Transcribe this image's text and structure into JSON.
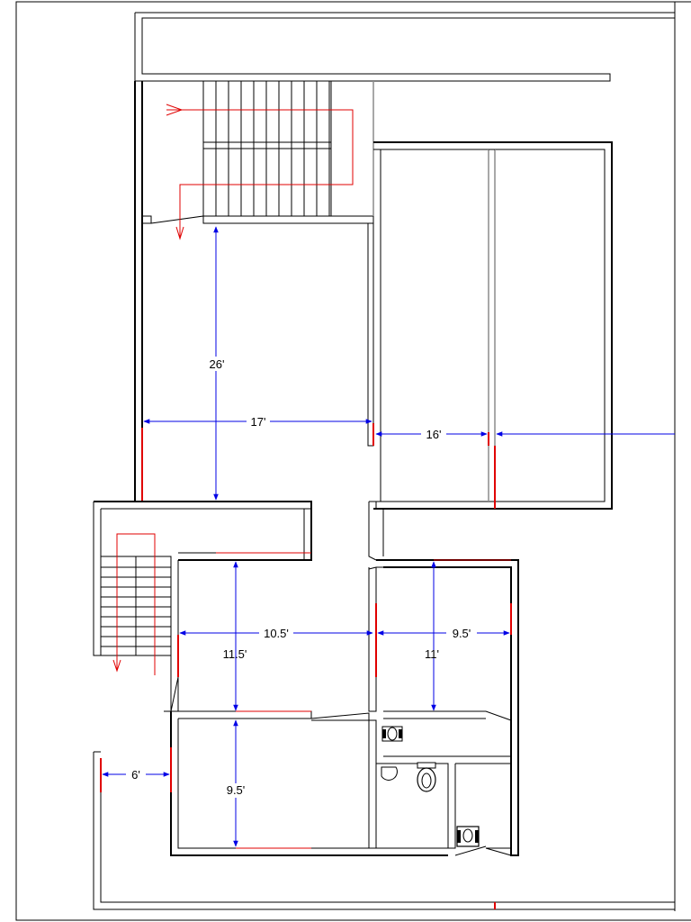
{
  "dimensions": {
    "hall_depth": "26'",
    "hall_width": "17'",
    "shop_width": "16'",
    "room_a_width": "10.5'",
    "room_a_depth": "11.5'",
    "room_b_width": "9.5'",
    "room_b_depth": "11'",
    "room_c_depth": "9.5'",
    "passage_width": "6'"
  },
  "colors": {
    "wall": "#000000",
    "door": "#e00000",
    "dimension": "#0000e6",
    "partition": "#8c8c8c"
  },
  "icons": [
    "staircase-icon",
    "toilet-icon",
    "washbasin-icon"
  ]
}
